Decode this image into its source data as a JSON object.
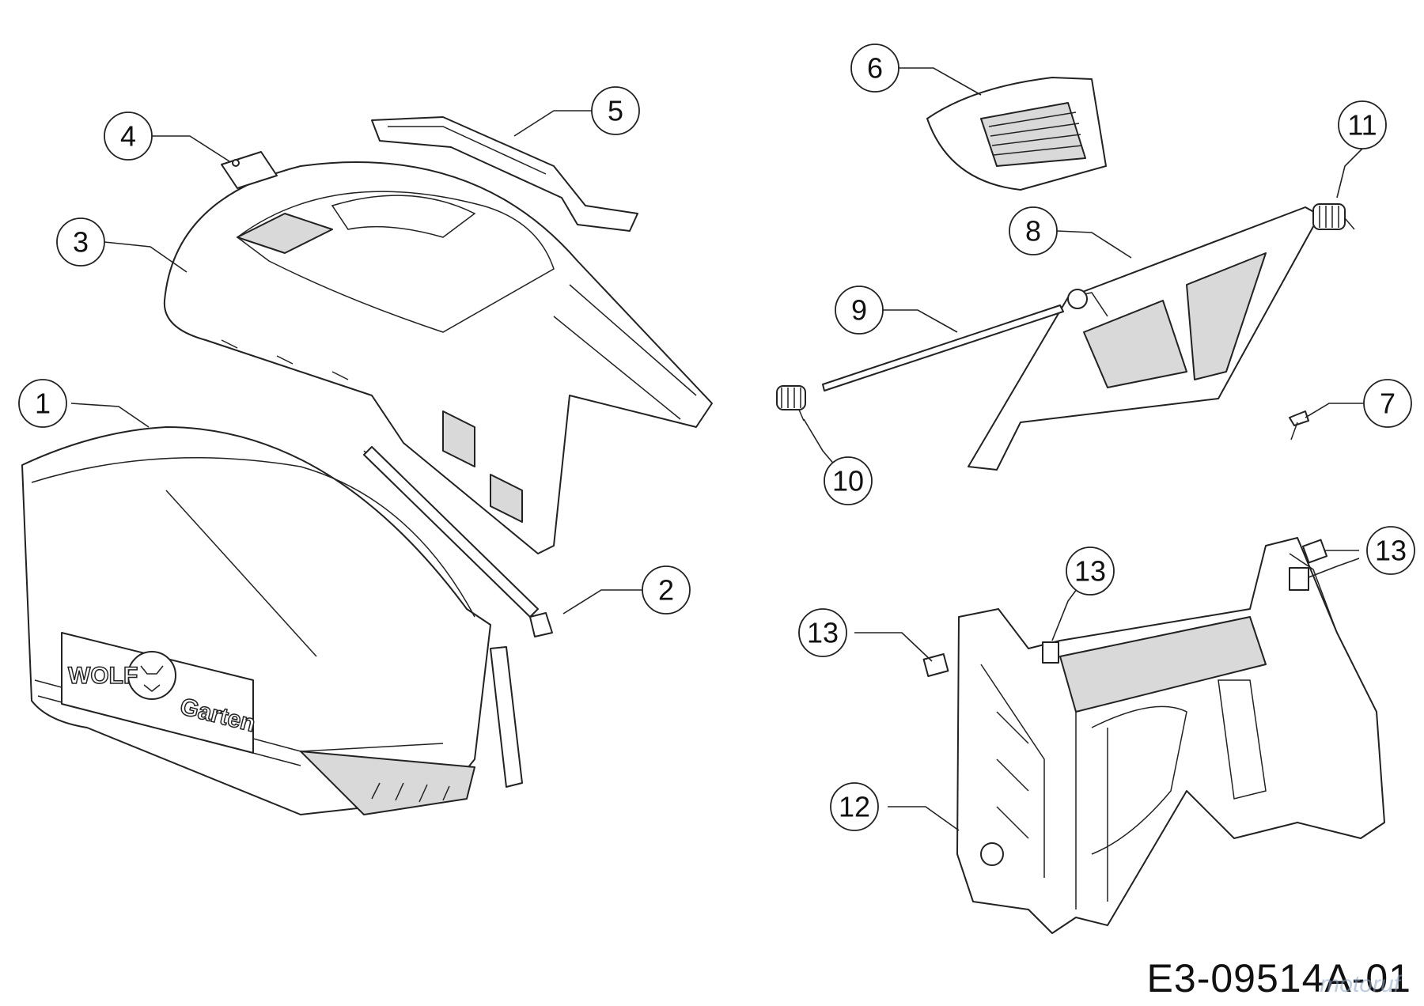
{
  "callouts": [
    "1",
    "2",
    "3",
    "4",
    "5",
    "6",
    "7",
    "8",
    "9",
    "10",
    "11",
    "12",
    "13",
    "13",
    "13",
    "13"
  ],
  "brand": {
    "word_1": "WOLF",
    "word_2": "Garten"
  },
  "drawing_code": "E3-09514A-01",
  "watermark": "motoruf"
}
